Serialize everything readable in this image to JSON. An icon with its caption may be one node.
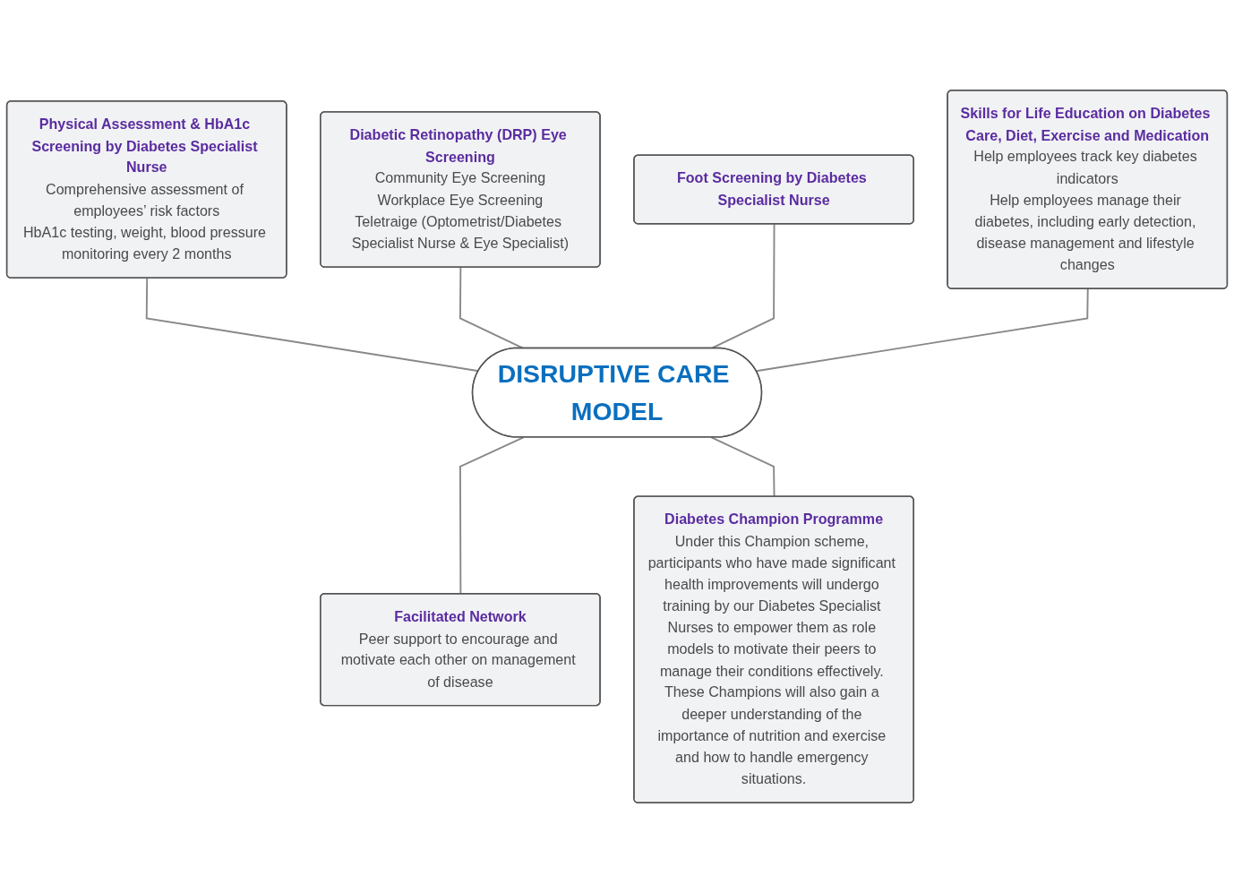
{
  "diagram": {
    "nodes": [
      {
        "text": [
          "Physical Assessment & HbA1c Screening by Diabetes Specialist Nurse",
          "Comprehensive assessment of employees’ risk factors",
          "HbA1c testing, weight, blood pressure monitoring every 2 months"
        ]
      },
      {
        "text": [
          "Diabetic Retinopathy (DRP) Eye Screening",
          "Community Eye Screening",
          "Workplace Eye Screening",
          "Teletraige (Optometrist/Diabetes Specialist Nurse & Eye Specialist)"
        ]
      },
      {
        "text": [
          "Foot Screening by Diabetes Specialist Nurse"
        ]
      },
      {
        "text": [
          "Skills for Life Education on Diabetes Care, Diet, Exercise and Medication",
          "Help employees track key diabetes indicators",
          "Help employees manage their diabetes, including early detection, disease management and lifestyle changes"
        ]
      },
      {
        "text": [
          "DISRUPTIVE CARE MODEL"
        ]
      },
      {
        "text": [
          "Facilitated Network",
          "Peer support to encourage and motivate each other on management of disease"
        ]
      },
      {
        "text": [
          "Diabetes Champion Programme",
          "Under this Champion scheme, participants who have made significant health improvements will undergo training by our Diabetes Specialist Nurses to empower them as role models to motivate their peers to manage their conditions effectively. These Champions will also gain a deeper understanding of the importance of nutrition and exercise and how to handle emergency situations."
        ]
      }
    ],
    "edges": [
      {
        "from": 0,
        "to": 4,
        "arrow": "none"
      },
      {
        "from": 1,
        "to": 4,
        "arrow": "none"
      },
      {
        "from": 2,
        "to": 4,
        "arrow": "none"
      },
      {
        "from": 3,
        "to": 4,
        "arrow": "none"
      },
      {
        "from": 4,
        "to": 5,
        "arrow": "none"
      },
      {
        "from": 4,
        "to": 6,
        "arrow": "none"
      }
    ]
  }
}
